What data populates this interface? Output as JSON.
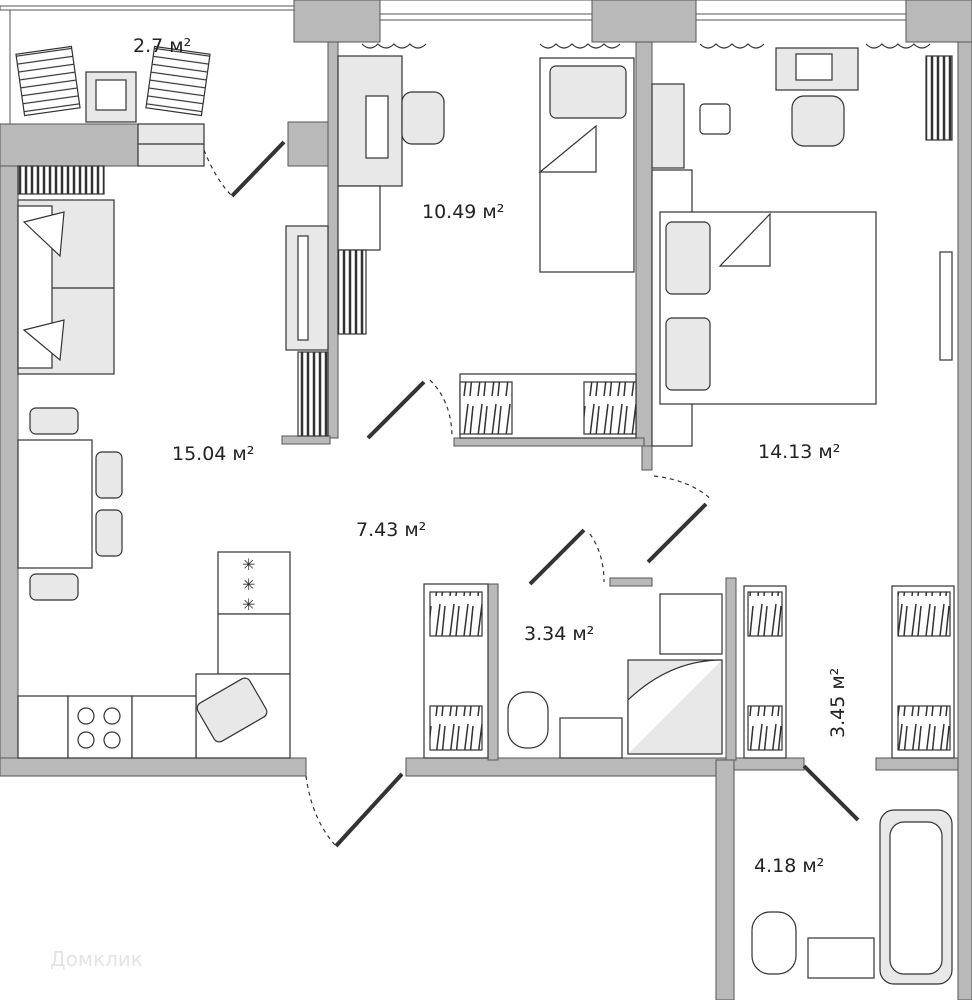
{
  "floor_plan": {
    "rooms": [
      {
        "id": "balcony",
        "area": "2.7 м²"
      },
      {
        "id": "kitchen-living",
        "area": "15.04 м²"
      },
      {
        "id": "bedroom-1",
        "area": "10.49 м²"
      },
      {
        "id": "bedroom-2",
        "area": "14.13 м²"
      },
      {
        "id": "hall",
        "area": "7.43 м²"
      },
      {
        "id": "wc",
        "area": "3.34 м²"
      },
      {
        "id": "corridor",
        "area": "3.45 м²"
      },
      {
        "id": "bathroom",
        "area": "4.18 м²"
      }
    ]
  },
  "watermark": {
    "text": "Домклик"
  },
  "colors": {
    "wall": "#b9b9b9",
    "wall_dark": "#9d9d9d",
    "furniture_fill": "#e8e8e8",
    "stroke": "#333333"
  }
}
